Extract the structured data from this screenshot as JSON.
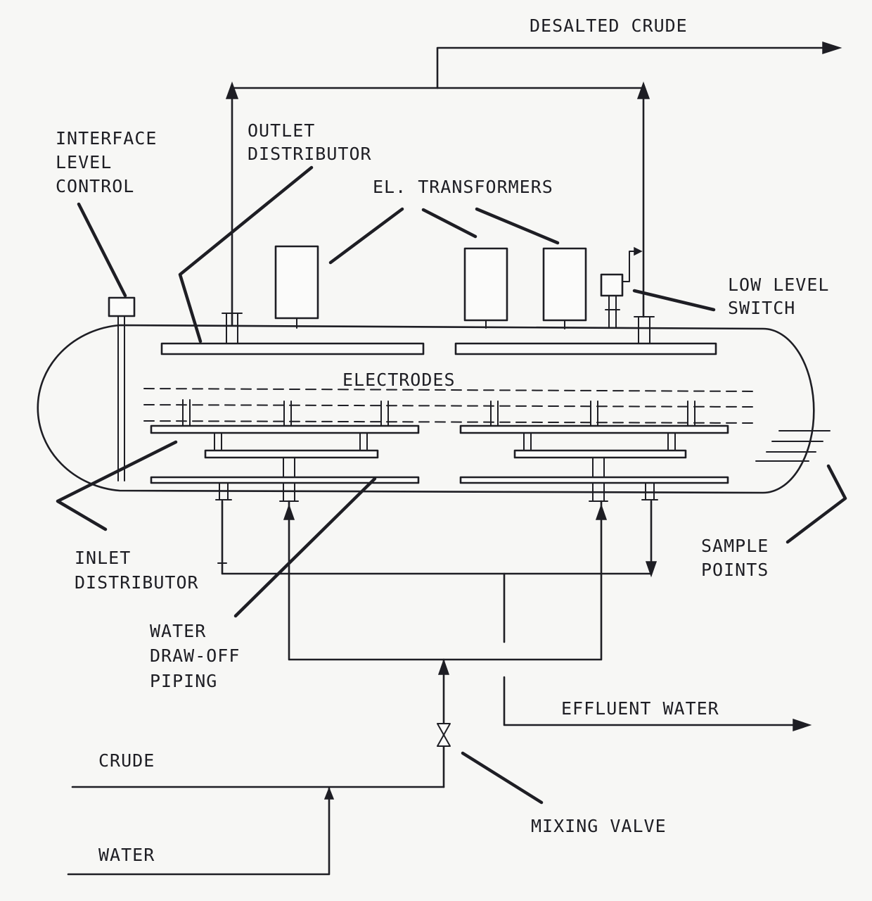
{
  "labels": {
    "desalted_crude": "DESALTED CRUDE",
    "interface_level_control": [
      "INTERFACE",
      "LEVEL",
      "CONTROL"
    ],
    "outlet_distributor": [
      "OUTLET",
      "DISTRIBUTOR"
    ],
    "el_transformers": "EL. TRANSFORMERS",
    "low_level_switch": [
      "LOW LEVEL",
      "SWITCH"
    ],
    "electrodes": "ELECTRODES",
    "inlet_distributor": [
      "INLET",
      "DISTRIBUTOR"
    ],
    "sample_points": [
      "SAMPLE",
      "POINTS"
    ],
    "water_draw_off_piping": [
      "WATER",
      "DRAW-OFF",
      "PIPING"
    ],
    "effluent_water": "EFFLUENT WATER",
    "crude": "CRUDE",
    "mixing_valve": "MIXING VALVE",
    "water": "WATER"
  },
  "colors": {
    "line": "#1e1e24",
    "background": "#f7f7f5"
  }
}
